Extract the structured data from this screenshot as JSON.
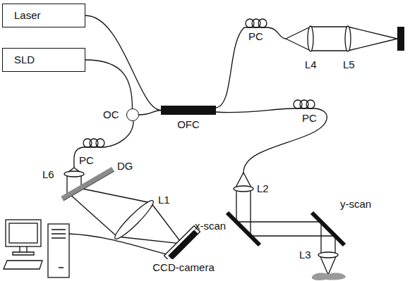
{
  "diagram": {
    "nodes": [
      {
        "text": [
          "Laser"
        ]
      },
      {
        "text": [
          "SLD"
        ]
      },
      {
        "text": [
          "OFC"
        ]
      },
      {
        "text": [
          "OC"
        ]
      },
      {
        "text": [
          "CCD-camera"
        ]
      }
    ],
    "edges": [
      {
        "from": 0,
        "to": 2,
        "arrow": "none"
      },
      {
        "from": 1,
        "to": 3,
        "arrow": "none"
      },
      {
        "from": 3,
        "to": 2,
        "arrow": "none"
      }
    ],
    "labels": [
      "PC",
      "L6",
      "DG",
      "L1",
      "PC",
      "L4",
      "L5",
      "PC",
      "L2",
      "x-scan",
      "y-scan",
      "L3"
    ]
  }
}
